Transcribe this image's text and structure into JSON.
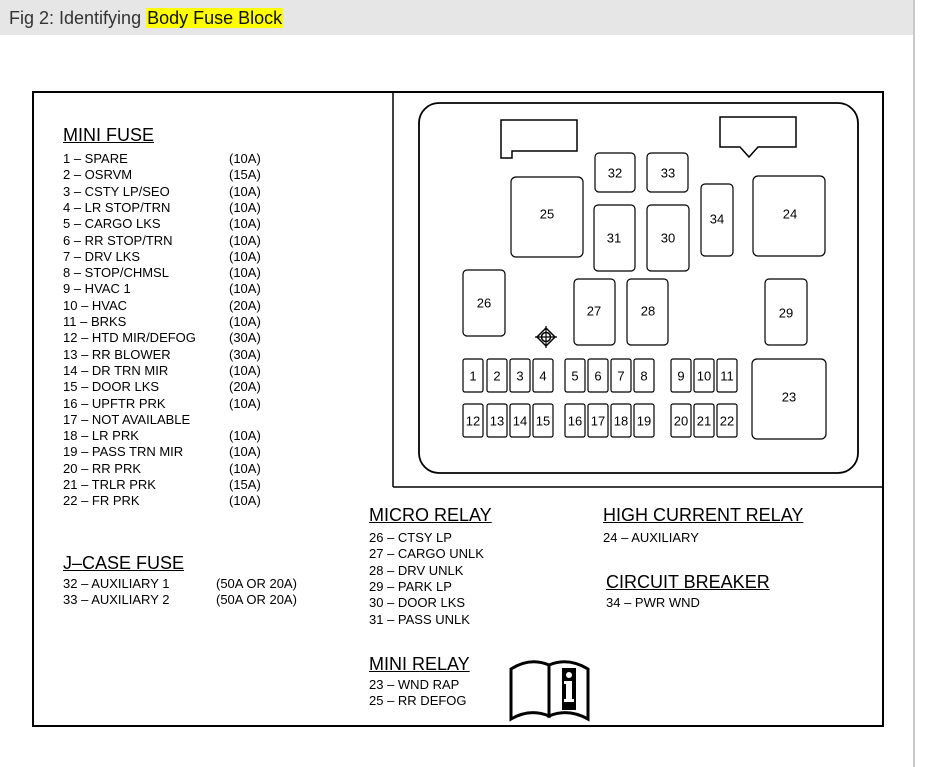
{
  "caption": {
    "prefix": "Fig 2: Identifying ",
    "highlight": "Body Fuse Block"
  },
  "mini_fuse": {
    "title": "MINI FUSE",
    "items": [
      {
        "text": "1  – SPARE",
        "amp": "(10A)"
      },
      {
        "text": "2  – OSRVM",
        "amp": "(15A)"
      },
      {
        "text": "3  – CSTY LP/SEO",
        "amp": "(10A)"
      },
      {
        "text": "4  – LR STOP/TRN",
        "amp": "(10A)"
      },
      {
        "text": "5  – CARGO LKS",
        "amp": "(10A)"
      },
      {
        "text": "6  – RR STOP/TRN",
        "amp": "(10A)"
      },
      {
        "text": "7  – DRV LKS",
        "amp": "(10A)"
      },
      {
        "text": "8  – STOP/CHMSL",
        "amp": "(10A)"
      },
      {
        "text": "9  – HVAC 1",
        "amp": "(10A)"
      },
      {
        "text": "10 – HVAC",
        "amp": "(20A)"
      },
      {
        "text": "11 – BRKS",
        "amp": "(10A)"
      },
      {
        "text": "12 – HTD MIR/DEFOG",
        "amp": "(30A)"
      },
      {
        "text": "13 – RR BLOWER",
        "amp": "(30A)"
      },
      {
        "text": "14 – DR TRN MIR",
        "amp": "(10A)"
      },
      {
        "text": "15 – DOOR LKS",
        "amp": "(20A)"
      },
      {
        "text": "16 – UPFTR PRK",
        "amp": "(10A)"
      },
      {
        "text": "17 – NOT AVAILABLE",
        "amp": ""
      },
      {
        "text": "18 – LR PRK",
        "amp": "(10A)"
      },
      {
        "text": "19 – PASS TRN MIR",
        "amp": "(10A)"
      },
      {
        "text": "20 – RR PRK",
        "amp": "(10A)"
      },
      {
        "text": "21 – TRLR PRK",
        "amp": "(15A)"
      },
      {
        "text": "22 – FR PRK",
        "amp": "(10A)"
      }
    ]
  },
  "jcase_fuse": {
    "title": "J–CASE FUSE",
    "items": [
      {
        "text": "32 – AUXILIARY 1",
        "amp": "(50A OR 20A)"
      },
      {
        "text": "33 – AUXILIARY 2",
        "amp": "(50A OR 20A)"
      }
    ]
  },
  "micro_relay": {
    "title": "MICRO RELAY",
    "items": [
      "26 – CTSY LP",
      "27 – CARGO UNLK",
      "28 – DRV UNLK",
      "29 – PARK LP",
      "30 – DOOR LKS",
      "31 – PASS UNLK"
    ]
  },
  "mini_relay": {
    "title": "MINI RELAY",
    "items": [
      "23 – WND RAP",
      "25 – RR DEFOG"
    ]
  },
  "high_current_relay": {
    "title": "HIGH CURRENT RELAY",
    "items": [
      "24 – AUXILIARY"
    ]
  },
  "circuit_breaker": {
    "title": "CIRCUIT BREAKER",
    "items": [
      "34 – PWR WND"
    ]
  },
  "diagram_labels": {
    "r23": "23",
    "r24": "24",
    "r25": "25",
    "r26": "26",
    "r27": "27",
    "r28": "28",
    "r29": "29",
    "r30": "30",
    "r31": "31",
    "r32": "32",
    "r33": "33",
    "r34": "34",
    "fuses_top": [
      "1",
      "2",
      "3",
      "4",
      "5",
      "6",
      "7",
      "8",
      "9",
      "10",
      "11"
    ],
    "fuses_bottom": [
      "12",
      "13",
      "14",
      "15",
      "16",
      "17",
      "18",
      "19",
      "20",
      "21",
      "22"
    ]
  },
  "icons": {
    "manual": "book-info-icon",
    "alignment": "diamond-cross-icon"
  }
}
